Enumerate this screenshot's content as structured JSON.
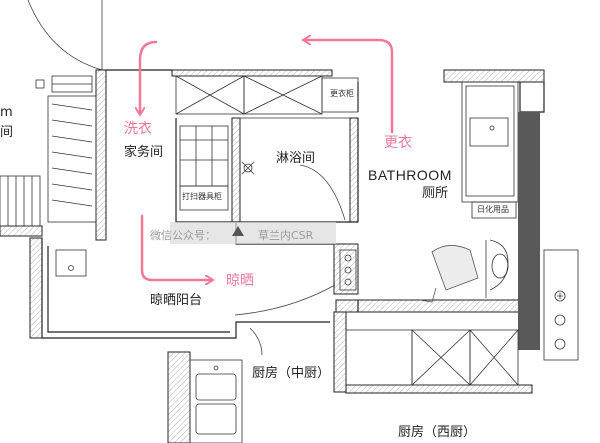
{
  "rooms": {
    "laundry_tag": "洗衣",
    "household": "家务间",
    "shower": "淋浴间",
    "changing_tag": "更衣",
    "bathroom_en": "BATHROOM",
    "toilet": "厕所",
    "drying_tag": "晾晒",
    "drying_balcony": "晾晒阳台",
    "kitchen_chinese": "厨房（中厨）",
    "kitchen_western": "厨房（西厨）",
    "left_room_letter": "m",
    "left_room_char": "间"
  },
  "fixtures": {
    "wardrobe": "更衣柜",
    "cleaning_cabinet": "打扫器具柜",
    "toiletries": "日化用品"
  },
  "watermark": {
    "prefix": "微信公众号：",
    "name": "草兰内CSR"
  },
  "colors": {
    "wall": "#222222",
    "hatch": "#bdbdbd",
    "arrow": "#f0799a",
    "dark_panel": "#595959"
  }
}
